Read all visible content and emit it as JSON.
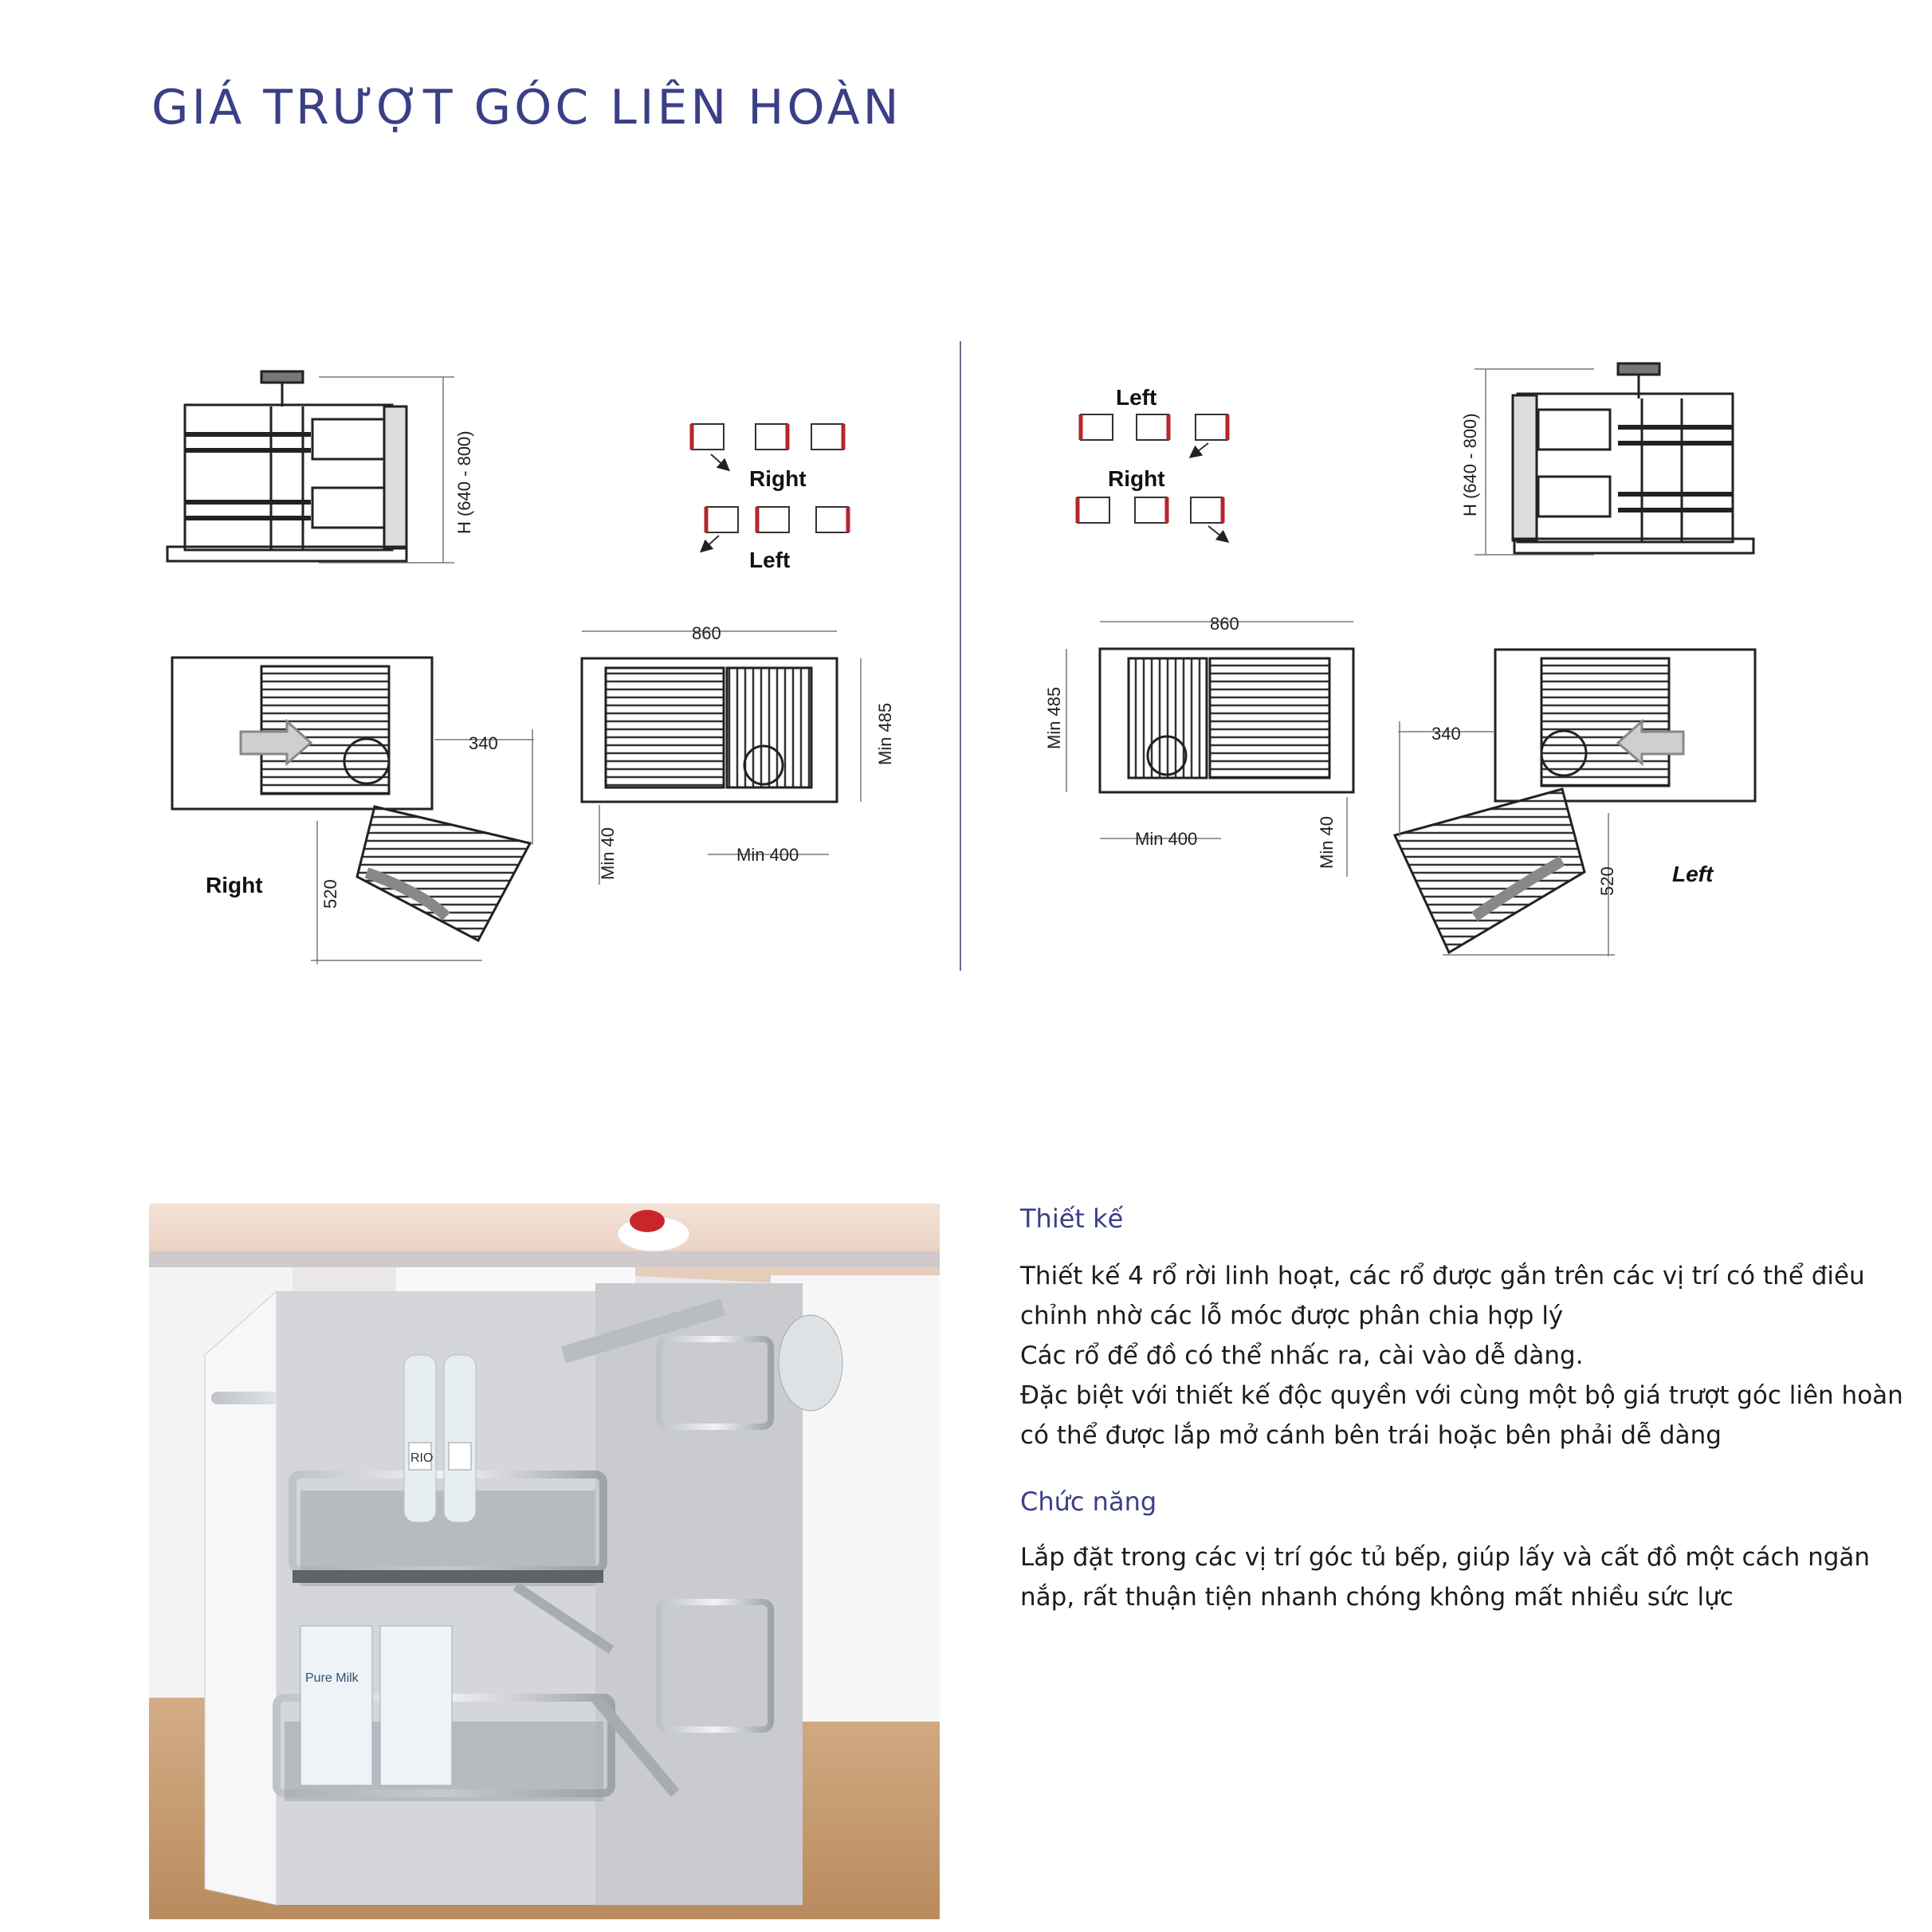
{
  "page": {
    "title": "GIÁ TRƯỢT GÓC LIÊN HOÀN"
  },
  "diagram_right": {
    "height_label": "H (640 - 800)",
    "legend_right": "Right",
    "legend_left": "Left",
    "width_label": "860",
    "depth_label": "Min 485",
    "gap_label": "340",
    "swing_label": "520",
    "min40": "Min 40",
    "min400": "Min 400",
    "orientation": "Right"
  },
  "diagram_left": {
    "height_label": "H (640 - 800)",
    "legend_left": "Left",
    "legend_right": "Right",
    "width_label": "860",
    "depth_label": "Min 485",
    "gap_label": "340",
    "swing_label": "520",
    "min40": "Min 40",
    "min400": "Min 400",
    "orientation": "Left"
  },
  "design": {
    "heading": "Thiết kế",
    "lines": [
      "Thiết kế 4 rổ rời linh hoạt, các rổ được gắn trên các vị trí có thể điều",
      "chỉnh nhờ các lỗ móc được phân chia hợp lý",
      "Các rổ để đồ có thể nhấc ra, cài vào dễ dàng.",
      "Đặc biệt với thiết kế độc quyền với cùng một bộ giá trượt góc liên hoàn",
      "có thể được lắp mở cánh bên trái hoặc bên phải dễ dàng"
    ]
  },
  "function": {
    "heading": "Chức năng",
    "lines": [
      "Lắp đặt trong các vị trí góc tủ bếp, giúp lấy và cất đồ một cách ngăn",
      "nắp, rất thuận tiện nhanh chóng không mất nhiều sức lực"
    ]
  },
  "photo": {
    "bottle_label": "RIO",
    "carton_label": "Pure Milk"
  },
  "colors": {
    "title": "#3a3f86",
    "divider": "#6b6f8a",
    "accent_red": "#b5262d",
    "line": "#222222"
  }
}
